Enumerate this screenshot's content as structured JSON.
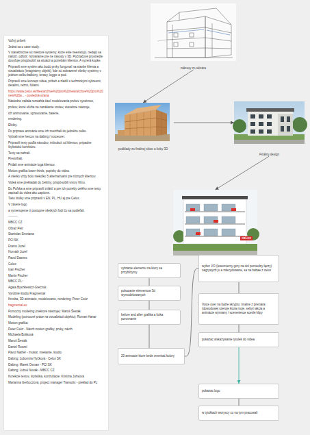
{
  "diagram": {
    "nodes": [
      {
        "text": [
          "Voľný príbeh",
          "Jedná sa o case study.",
          "V stavebníctve sú niektoré systémy, ktoré ešte neexistujú, nedajú sa nafotiť, odfotiť. Vytvárame pre ne návody v 3D. Počítačové prostredie dovoľuje prispôsobiť sa situácii a potrebám klientov. A vyzerá kopke.",
          "Pripravili sme systém ako budú prvky fungovať na stavbe klienta a vizualizáciu (imaginárny objekt), kde sú zobrazené všetky systémy v jednom celku balkóny, terasy, loggie a pod.",
          "Pripravili sme koncept videa, príbeh a zladili s technickými výkresmi, detailmi, rezmi, fóliami.",
          "https://www.celox.sk/files/archive%20pro%20new/archive%20pro%20new%20a... - posledná strana",
          "Následne začala rozsiahla časť modelovania prvkov systémov,",
          "prvkov, ktoré slúžia na nanášanie vrstiev, stavebné nástroje,",
          "ich animovanie, upravovanie, baterie,",
          "rendering.",
          "Efekty.",
          "Po príprave animácie sme ich zostrihali do jedného celku.",
          "Vybrali sme hercov na dabing / voiceover.",
          "Pripravili texty podľa návodov, inštrukcií od klientov, prípadne štylistickú korektúru.",
          "Texty sa nahrali.",
          "Prestrihali.",
          "Pridali sme animácie loga klientov.",
          "Motion grafika lower thirds, popisky do videa.",
          "A všetko vždy bolo niekoľko 5 alternatívami pre rôznych klientov.",
          "Videá sme prekladali do češtiny, prispôsobili vrstvy filmu.",
          "Do Poľska a sme pripravili zvlášť a pre ich potreby celého sme texty zapísali do videa ako captions.",
          "Tieto titulky sme pripravili v EN, PL, HU aj pre Celox.",
          "V závere logo",
          "a vymenujeme tí postupne všetkých ľudí čo sa podieľali.",
          "---------",
          "MBCC CZ",
          "Obraz Petr",
          "Stanislav Smetana",
          "PCI SK",
          "Framo Jozef",
          "Horváth Jozef",
          "Pavol Dasnec",
          "Celox:",
          "Ivan Fischer",
          "Martin Fischer",
          "MBCC PL:",
          "Agata Byszkiewicz-Greczuk",
          "Výrobné štúdio Fragmental",
          "Kresba, 3D animácie, modelovanie, rendering: Peter Csöz",
          "fragmental.eu",
          "Pomocný modeling (niektoré nástroje): Maroš Šesták",
          "Modeling (pomocné práce na vizualizácii objektu): Roman Hanar",
          "Motion grafika:",
          "Peter Csöz - Návrh motion grafiky, prvky, návrh",
          "Michaela Bošková",
          "Maroš Šesták",
          "Daniel Ruszel",
          "Pavol Nather - zvukár, miešanie, štúdio",
          "Dabing: Ľubomíra Hyčková - Celox SK",
          "Dabing: Marek Osman - PCI SK",
          "Dabing: Luboš Novák - MBCC CZ",
          "Korekcie textov, štylistika, konzultácie: Kristína Juhsová",
          "Marianna Gerboczová, project manager Transolix - preklad do PL"
        ]
      },
      {
        "text": [
          "nákresy zo skicára"
        ]
      },
      {
        "text": [
          "podklady zo finálnej skice a fotky 3D"
        ]
      },
      {
        "text": [
          "Finálny design"
        ]
      },
      {
        "text": [
          "CELOX"
        ]
      },
      {
        "text": [
          "vybranie elementu na ktory sa przybliżymy"
        ]
      },
      {
        "text": [
          "pokazanie elementow 3d wymodelowanych"
        ]
      },
      {
        "text": [
          "before and after grafika a fotka porovnanie"
        ]
      },
      {
        "text": [
          "20 animacie ktore bede zmeniać kolory"
        ]
      },
      {
        "text": [
          "wybor VO (lewomierny gory na dol pomiedzy łączy) nagrywych ju a zdecydowane, sa na babae z celox"
        ]
      },
      {
        "text": [
          "Voice over na bazie skryptu: tmalne z premára (dowodowej szeroje ktora moje, sebyri akcia a animácie wymiany / sceneriesce scezle klipy"
        ]
      },
      {
        "text": [
          "pokazac wskazywanie tytulek do videa"
        ]
      },
      {
        "text": [
          "pokazac logo"
        ]
      },
      {
        "text": [
          "w tytułkach wszyscy co na tym pracowali"
        ]
      }
    ],
    "edges": [
      {
        "from": 1,
        "to": 2,
        "arrow": "to"
      },
      {
        "from": 2,
        "to": 3,
        "arrow": "to"
      },
      {
        "from": 3,
        "to": 4,
        "arrow": "to"
      },
      {
        "from": 5,
        "to": 6,
        "arrow": "none"
      },
      {
        "from": 6,
        "to": 7,
        "arrow": "none"
      },
      {
        "from": 7,
        "to": 8,
        "arrow": "none"
      },
      {
        "from": 8,
        "to": 9,
        "arrow": "none"
      },
      {
        "from": 9,
        "to": 10,
        "arrow": "none"
      },
      {
        "from": 10,
        "to": 11,
        "arrow": "none"
      },
      {
        "from": 11,
        "to": 12,
        "arrow": "to"
      },
      {
        "from": 12,
        "to": 13,
        "arrow": "none"
      }
    ]
  }
}
